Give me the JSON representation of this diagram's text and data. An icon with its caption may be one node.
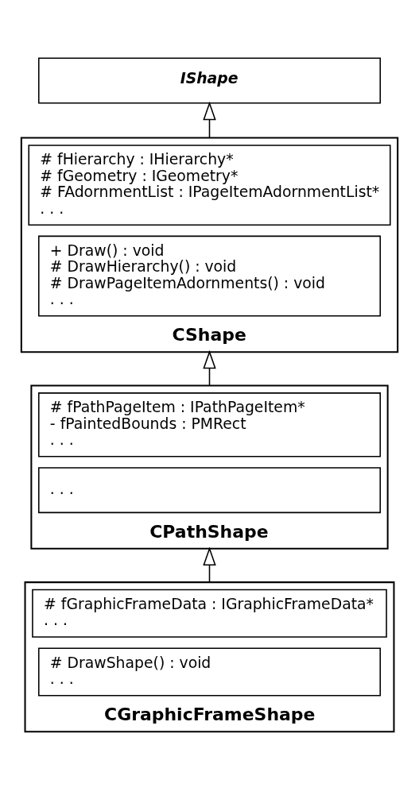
{
  "diagram": {
    "nodes": [
      {
        "text": [
          "IShape"
        ]
      },
      {
        "text": [
          "CShape"
        ]
      },
      {
        "text": [
          "# fHierarchy : IHierarchy*",
          "# fGeometry : IGeometry*",
          "# FAdornmentList : IPageItemAdornmentList*",
          ". . ."
        ],
        "in": 1
      },
      {
        "text": [
          "+ Draw() : void",
          "# DrawHierarchy() : void",
          "# DrawPageItemAdornments() : void",
          ". . ."
        ],
        "in": 1
      },
      {
        "text": [
          "CPathShape"
        ]
      },
      {
        "text": [
          "# fPathPageItem : IPathPageItem*",
          "- fPaintedBounds : PMRect",
          ". . ."
        ],
        "in": 4
      },
      {
        "text": [
          ". . ."
        ],
        "in": 4
      },
      {
        "text": [
          "CGraphicFrameShape"
        ]
      },
      {
        "text": [
          "# fGraphicFrameData : IGraphicFrameData*",
          ". . ."
        ],
        "in": 7
      },
      {
        "text": [
          "# DrawShape() : void",
          ". . ."
        ],
        "in": 7
      }
    ],
    "edges": [
      {
        "from": 1,
        "to": 0,
        "arrow": "to"
      },
      {
        "from": 4,
        "to": 1,
        "arrow": "to"
      },
      {
        "from": 7,
        "to": 4,
        "arrow": "to"
      }
    ]
  }
}
